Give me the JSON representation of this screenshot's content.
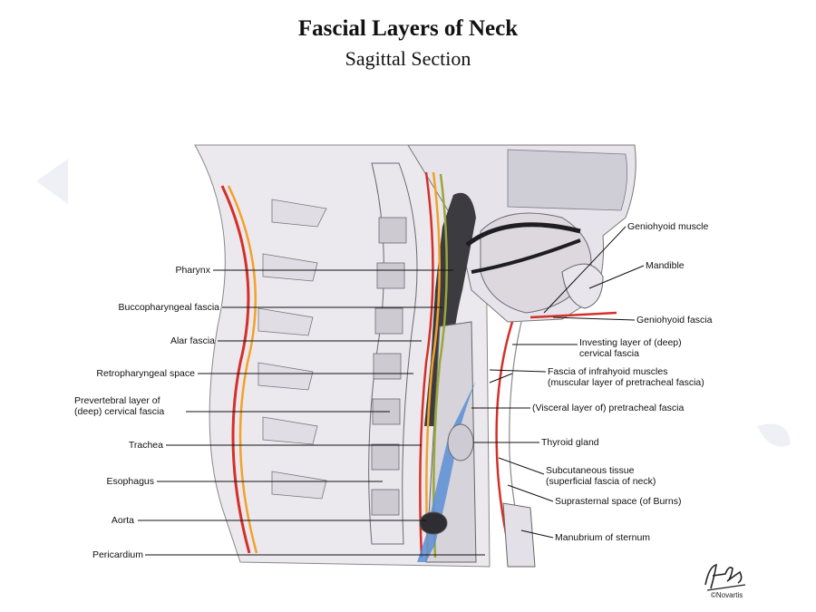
{
  "title": "Fascial Layers of Neck",
  "subtitle": "Sagittal Section",
  "labels_left": {
    "pharynx": "Pharynx",
    "buccopharyngeal": "Buccopharyngeal fascia",
    "alar": "Alar fascia",
    "retropharyngeal": "Retropharyngeal space",
    "prevertebral_1": "Prevertebral layer of",
    "prevertebral_2": "(deep) cervical fascia",
    "trachea": "Trachea",
    "esophagus": "Esophagus",
    "aorta": "Aorta",
    "pericardium": "Pericardium"
  },
  "labels_right": {
    "geniohyoid_muscle": "Geniohyoid muscle",
    "mandible": "Mandible",
    "geniohyoid_fascia": "Geniohyoid fascia",
    "investing_1": "Investing layer of (deep)",
    "investing_2": "cervical fascia",
    "infrahyoid_1": "Fascia of infrahyoid muscles",
    "infrahyoid_2": "(muscular layer of pretracheal fascia)",
    "visceral": "(Visceral layer of) pretracheal fascia",
    "thyroid": "Thyroid gland",
    "subcutaneous_1": "Subcutaneous tissue",
    "subcutaneous_2": "(superficial fascia of neck)",
    "suprasternal": "Suprasternal space (of Burns)",
    "manubrium": "Manubrium of sternum"
  },
  "signature": {
    "copyright": "©Novartis"
  },
  "colors": {
    "bone": "#e9e7ec",
    "bone_outline": "#6a6a72",
    "tissue": "#d8d6dc",
    "dark_airway": "#3b3b40",
    "red_fascia": "#d4302a",
    "orange_fascia": "#f2a12a",
    "green_fascia": "#9aa63a",
    "blue_space": "#5a8fd6"
  }
}
